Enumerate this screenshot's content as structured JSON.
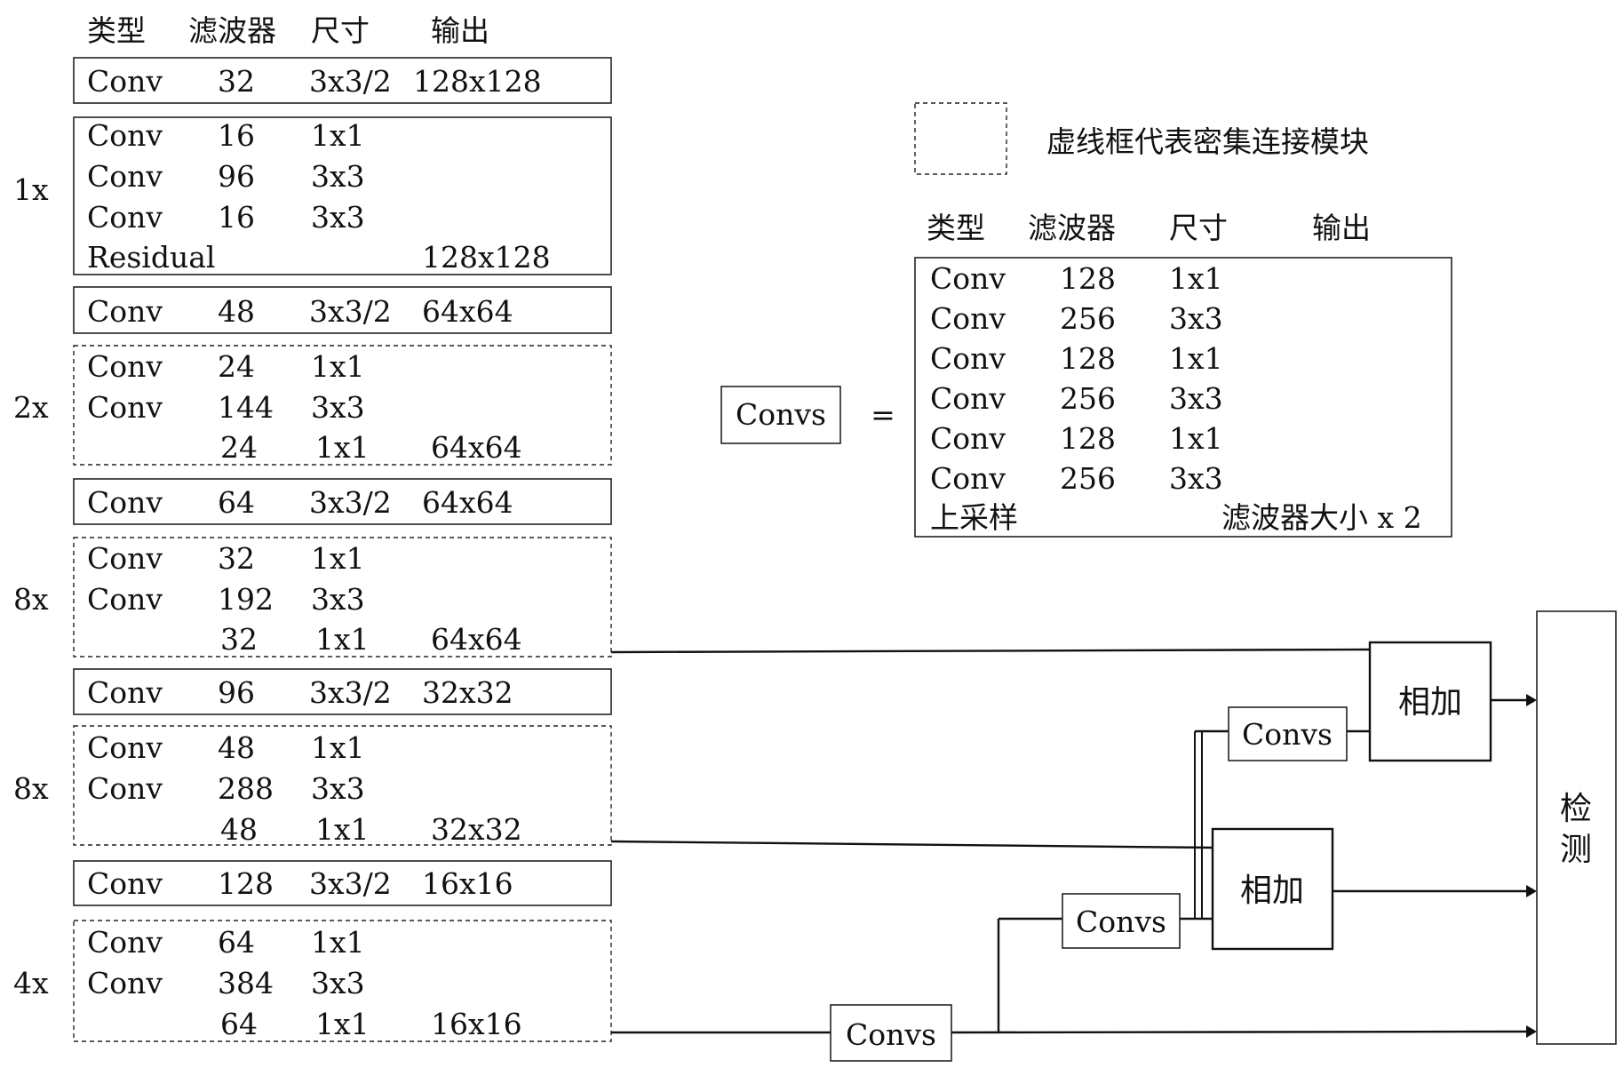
{
  "header": {
    "type": "类型",
    "filter": "滤波器",
    "size": "尺寸",
    "output": "输出"
  },
  "stem": {
    "type": "Conv",
    "filter": "32",
    "size": "3x3/2",
    "output": "128x128"
  },
  "block1": {
    "repeat": "1x",
    "rows": [
      {
        "type": "Conv",
        "filter": "16",
        "size": "1x1",
        "output": ""
      },
      {
        "type": "Conv",
        "filter": "96",
        "size": "3x3",
        "output": ""
      },
      {
        "type": "Conv",
        "filter": "16",
        "size": "3x3",
        "output": ""
      },
      {
        "type": "Residual",
        "filter": "",
        "size": "",
        "output": "128x128"
      }
    ]
  },
  "down1": {
    "type": "Conv",
    "filter": "48",
    "size": "3x3/2",
    "output": "64x64"
  },
  "block2": {
    "repeat": "2x",
    "rows": [
      {
        "type": "Conv",
        "filter": "24",
        "size": "1x1",
        "output": ""
      },
      {
        "type": "Conv",
        "filter": "144",
        "size": "3x3",
        "output": ""
      },
      {
        "type": "",
        "filter": "24",
        "size": "1x1",
        "output": "64x64"
      }
    ]
  },
  "down2": {
    "type": "Conv",
    "filter": "64",
    "size": "3x3/2",
    "output": "64x64"
  },
  "block3": {
    "repeat": "8x",
    "rows": [
      {
        "type": "Conv",
        "filter": "32",
        "size": "1x1",
        "output": ""
      },
      {
        "type": "Conv",
        "filter": "192",
        "size": "3x3",
        "output": ""
      },
      {
        "type": "",
        "filter": "32",
        "size": "1x1",
        "output": "64x64"
      }
    ]
  },
  "down3": {
    "type": "Conv",
    "filter": "96",
    "size": "3x3/2",
    "output": "32x32"
  },
  "block4": {
    "repeat": "8x",
    "rows": [
      {
        "type": "Conv",
        "filter": "48",
        "size": "1x1",
        "output": ""
      },
      {
        "type": "Conv",
        "filter": "288",
        "size": "3x3",
        "output": ""
      },
      {
        "type": "",
        "filter": "48",
        "size": "1x1",
        "output": "32x32"
      }
    ]
  },
  "down4": {
    "type": "Conv",
    "filter": "128",
    "size": "3x3/2",
    "output": "16x16"
  },
  "block5": {
    "repeat": "4x",
    "rows": [
      {
        "type": "Conv",
        "filter": "64",
        "size": "1x1",
        "output": ""
      },
      {
        "type": "Conv",
        "filter": "384",
        "size": "3x3",
        "output": ""
      },
      {
        "type": "",
        "filter": "64",
        "size": "1x1",
        "output": "16x16"
      }
    ]
  },
  "legend": {
    "text": "虚线框代表密集连接模块"
  },
  "convs_def": {
    "label": "Convs",
    "equals": "=",
    "rows": [
      {
        "type": "Conv",
        "filter": "128",
        "size": "1x1"
      },
      {
        "type": "Conv",
        "filter": "256",
        "size": "3x3"
      },
      {
        "type": "Conv",
        "filter": "128",
        "size": "1x1"
      },
      {
        "type": "Conv",
        "filter": "256",
        "size": "3x3"
      },
      {
        "type": "Conv",
        "filter": "128",
        "size": "1x1"
      },
      {
        "type": "Conv",
        "filter": "256",
        "size": "3x3"
      }
    ],
    "upsample": {
      "type": "上采样",
      "note": "滤波器大小 x 2"
    }
  },
  "flow": {
    "convs_a": "Convs",
    "convs_b": "Convs",
    "convs_c": "Convs",
    "add_top": "相加",
    "add_mid": "相加",
    "detect": "检\n测",
    "detect_chars": [
      "检",
      "测"
    ]
  }
}
